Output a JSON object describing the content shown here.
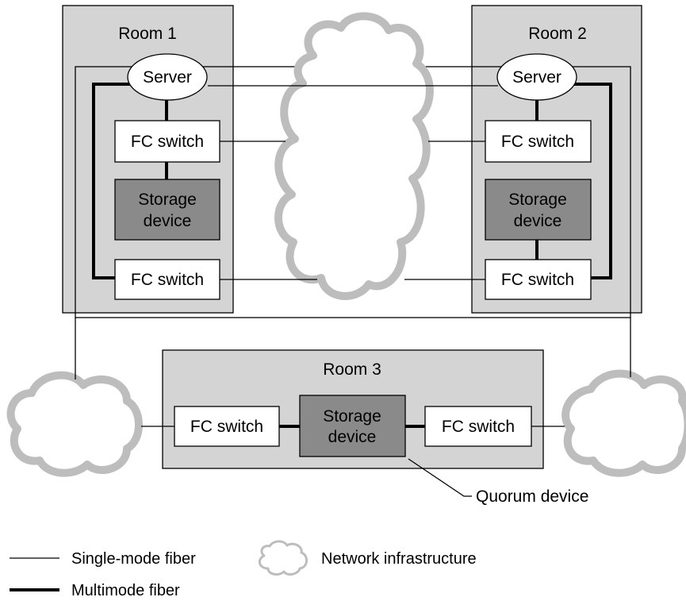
{
  "rooms": {
    "room1": {
      "title": "Room 1",
      "server": "Server",
      "switch_top": "FC switch",
      "storage_line1": "Storage",
      "storage_line2": "device",
      "switch_bottom": "FC switch"
    },
    "room2": {
      "title": "Room 2",
      "server": "Server",
      "switch_top": "FC switch",
      "storage_line1": "Storage",
      "storage_line2": "device",
      "switch_bottom": "FC switch"
    },
    "room3": {
      "title": "Room 3",
      "switch_left": "FC switch",
      "storage_line1": "Storage",
      "storage_line2": "device",
      "switch_right": "FC switch"
    }
  },
  "callout": {
    "quorum": "Quorum device"
  },
  "legend": {
    "single_mode": "Single-mode fiber",
    "multimode": "Multimode fiber",
    "network": "Network infrastructure"
  },
  "colors": {
    "room_fill": "#d4d4d4",
    "storage_fill": "#8a8a8a",
    "cloud_outline": "#bdbdbd"
  }
}
